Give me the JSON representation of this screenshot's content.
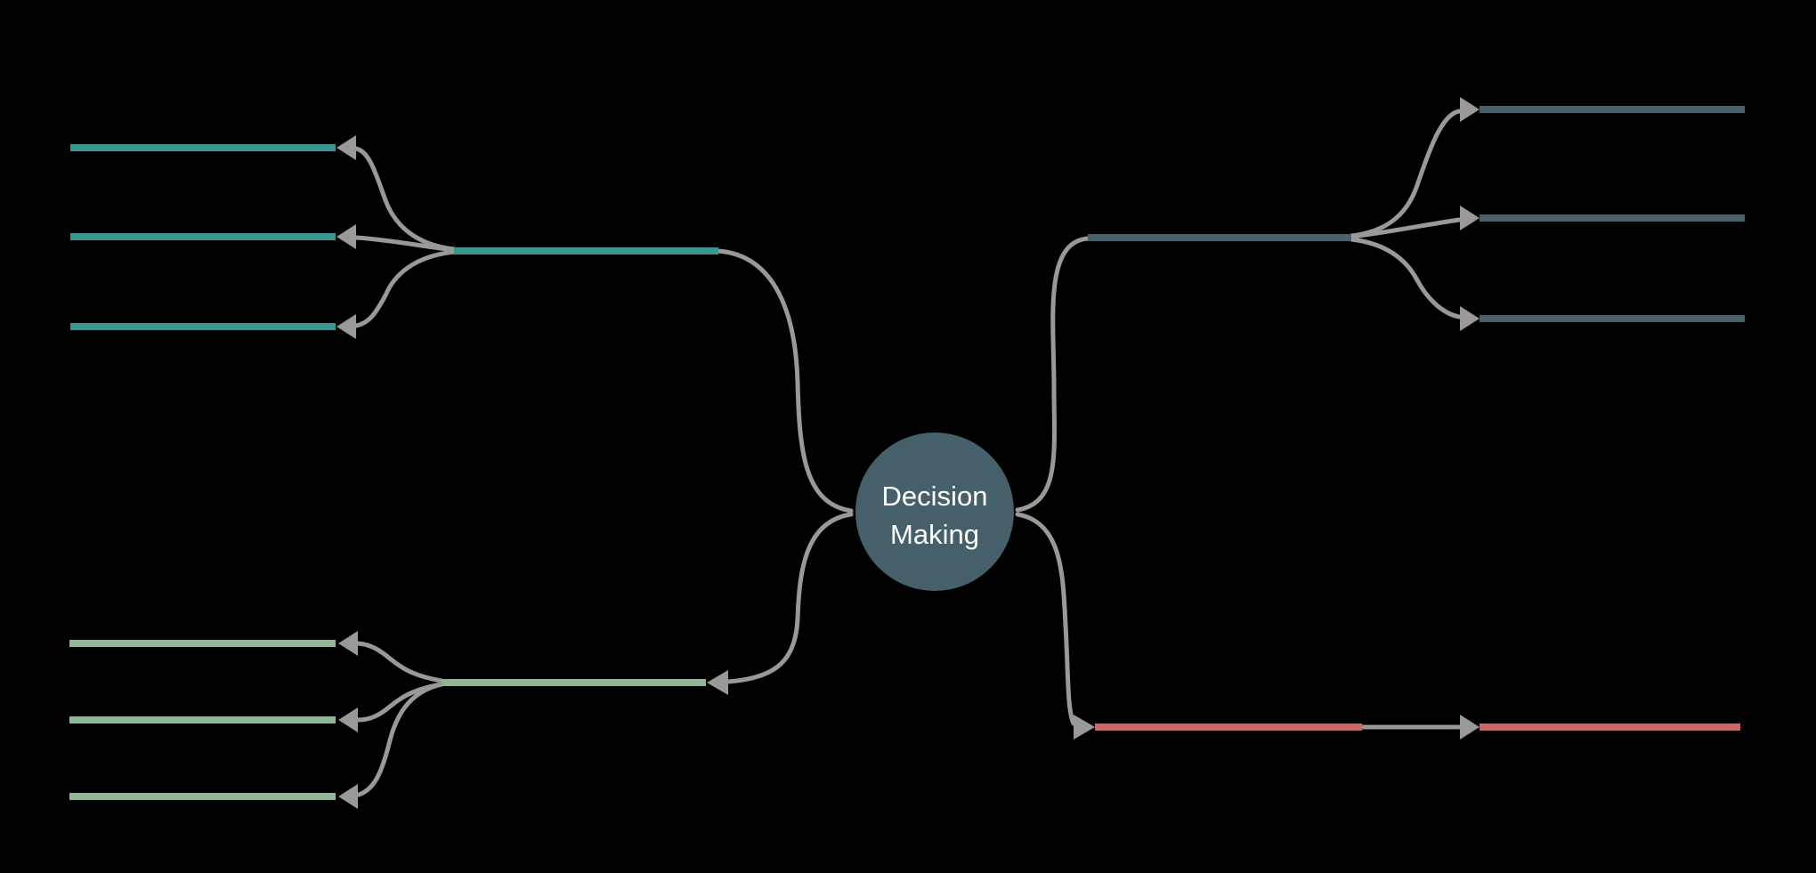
{
  "diagram": {
    "type": "mindmap",
    "background_color": "#000000",
    "connector_color": "#999999",
    "center_node": {
      "label": "Decision Making",
      "line1": "Decision",
      "line2": "Making",
      "fill_color": "#45606A",
      "text_color": "#FFFFFF"
    },
    "branches": [
      {
        "name": "top-left-branch",
        "position": "top-left",
        "color": "#399691",
        "subtopic_count": 3
      },
      {
        "name": "bottom-left-branch",
        "position": "bottom-left",
        "color": "#8FB795",
        "subtopic_count": 3
      },
      {
        "name": "top-right-branch",
        "position": "top-right",
        "color": "#48626C",
        "subtopic_count": 3
      },
      {
        "name": "bottom-right-branch",
        "position": "bottom-right",
        "color": "#CB6764",
        "subtopic_count": 1
      }
    ]
  }
}
